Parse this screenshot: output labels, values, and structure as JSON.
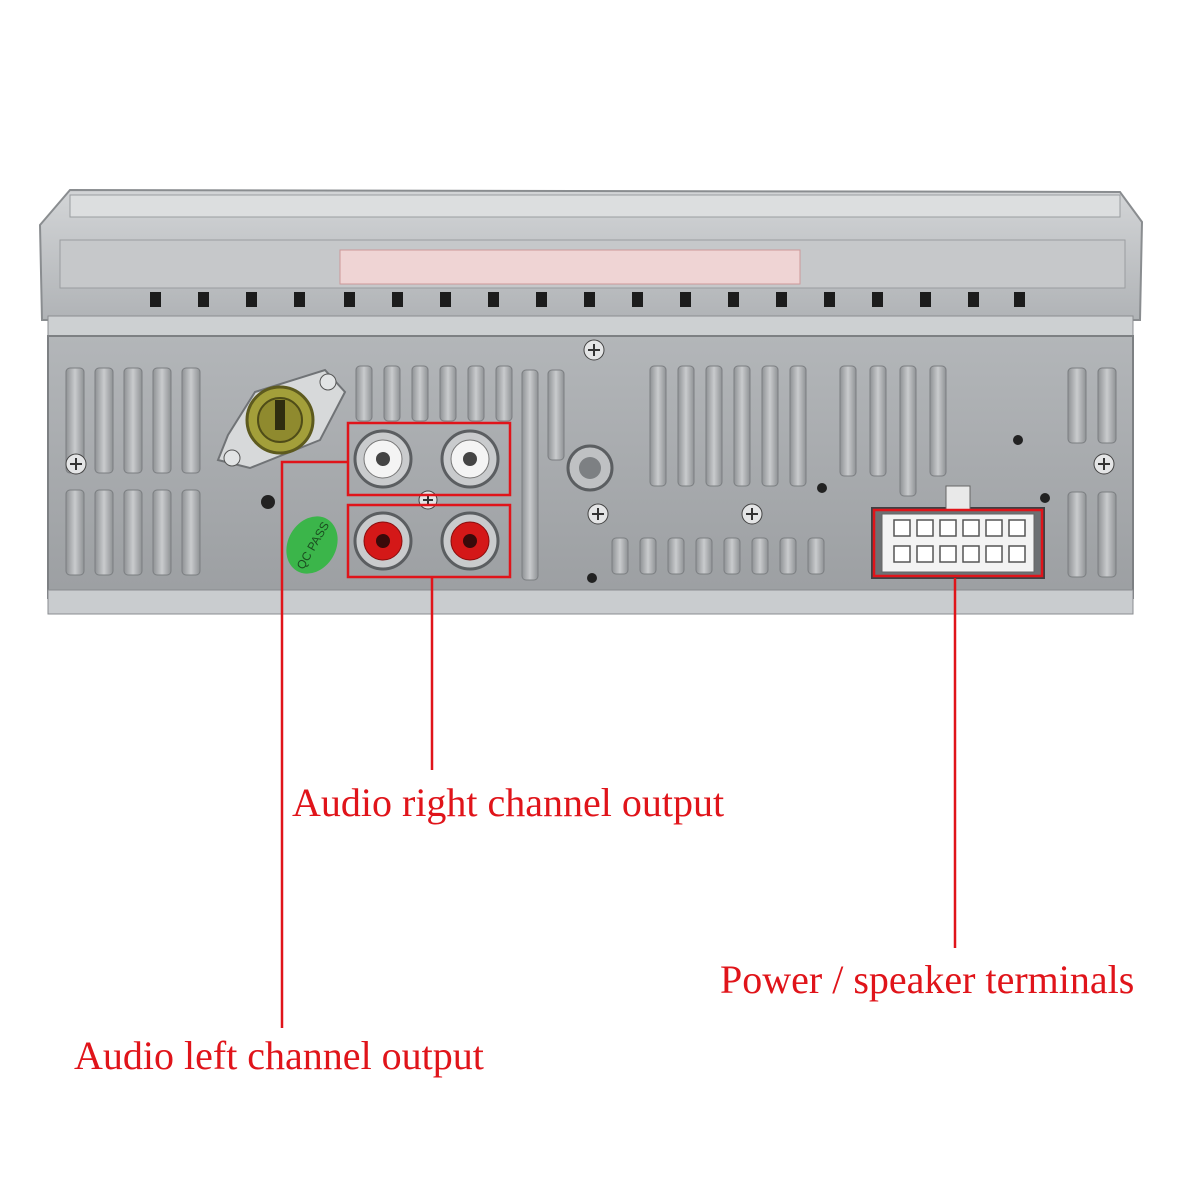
{
  "callouts": {
    "right_channel": "Audio right channel output",
    "power_speaker": "Power / speaker terminals",
    "left_channel": "Audio left channel output"
  },
  "stamp_text": "QC PASS",
  "colors": {
    "annotation": "#e0141a",
    "chassis": "#b9bcbf",
    "panel": "#a7aaad",
    "rca_white": "#f4f4f4",
    "rca_red": "#d41818",
    "stamp": "#3bb54a",
    "antenna": "#8f8a2e"
  },
  "icons": {
    "screw": "screw-icon",
    "rca": "rca-jack-icon",
    "antenna": "antenna-socket-icon",
    "harness": "wiring-harness-connector-icon"
  }
}
